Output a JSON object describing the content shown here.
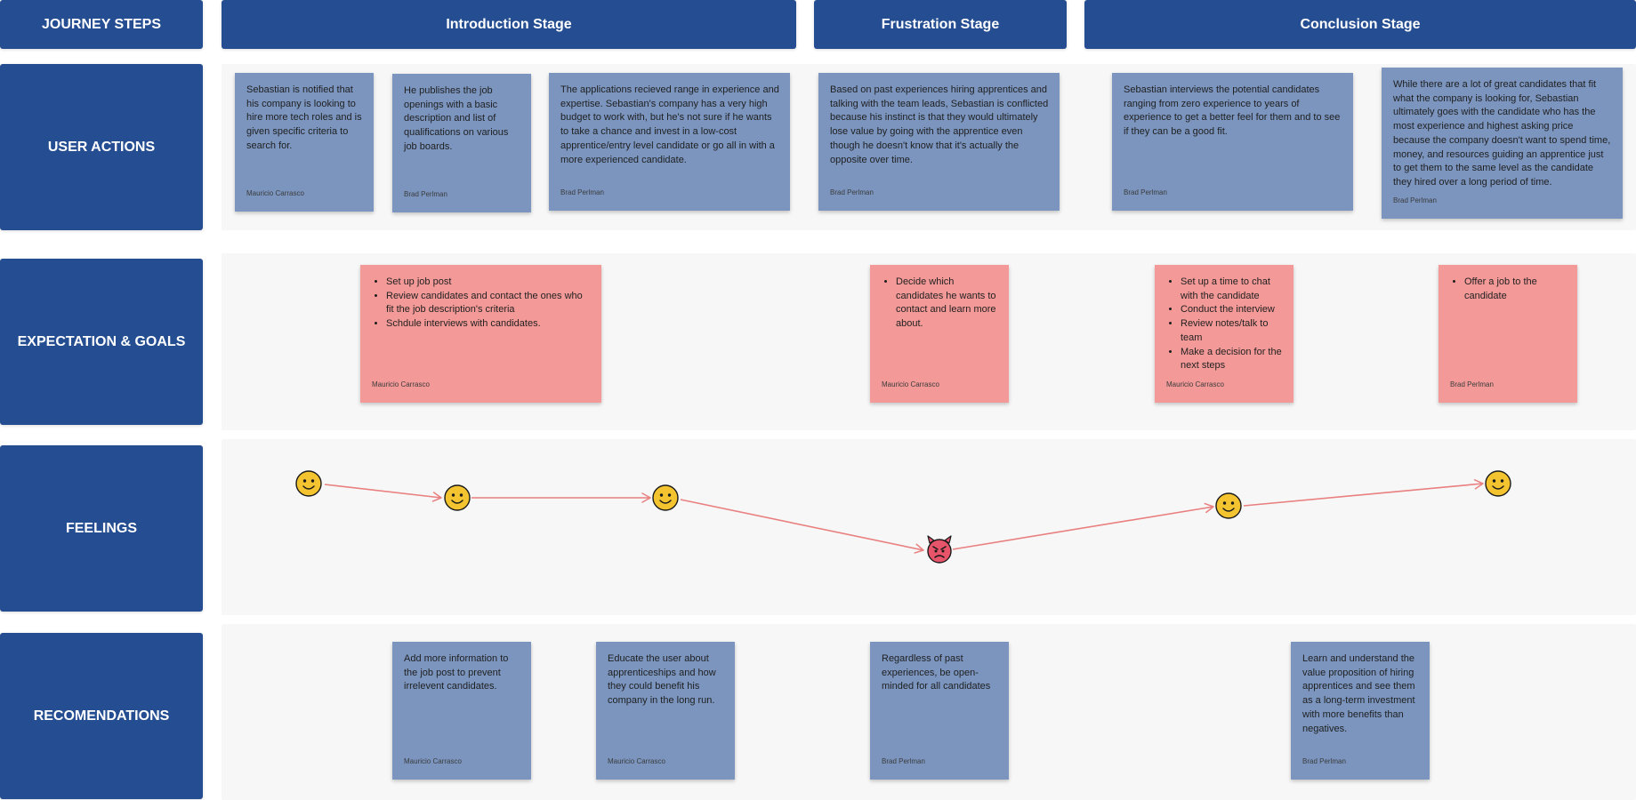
{
  "row_labels": {
    "journey_steps": "JOURNEY STEPS",
    "user_actions": "USER ACTIONS",
    "expectations": "EXPECTATION & GOALS",
    "feelings": "FEELINGS",
    "recommendations": "RECOMENDATIONS"
  },
  "stages": [
    "Introduction Stage",
    "Frustration Stage",
    "Conclusion Stage"
  ],
  "user_actions": [
    {
      "text": "Sebastian is notified that his company is looking to hire more tech roles and is given specific criteria to search for.",
      "author": "Mauricio Carrasco"
    },
    {
      "text": "He publishes the job openings with a basic description and list of qualifications on various job boards.",
      "author": "Brad Perlman"
    },
    {
      "text": "The applications recieved range in experience and expertise.  Sebastian's company has a very high budget to work with, but he's not sure if he wants to take a chance and invest in a low-cost apprentice/entry level candidate or go all in with a more experienced candidate.",
      "author": "Brad Perlman"
    },
    {
      "text": "Based on past experiences hiring apprentices and talking with the team leads, Sebastian is conflicted because his instinct is that they would ultimately lose value by going with the apprentice even though he doesn't know that it's actually the opposite over time.",
      "author": "Brad Perlman"
    },
    {
      "text": "Sebastian interviews the potential candidates ranging from zero experience to years of experience to get a better feel for them and to see if they can be a good fit.",
      "author": "Brad Perlman"
    },
    {
      "text": "While there are a lot of great candidates that fit what the company is looking for, Sebastian ultimately goes with the candidate who has the most experience and highest asking price because the company doesn't want to spend time, money, and resources guiding an apprentice just to get them to the same level as the candidate they hired over a long period of time.",
      "author": "Brad Perlman"
    }
  ],
  "expectations": [
    {
      "items": [
        "Set up job post",
        "Review candidates and contact the ones who fit the job description's criteria",
        "Schdule interviews with candidates."
      ],
      "author": "Mauricio Carrasco"
    },
    {
      "items": [
        "Decide which candidates he wants to contact and learn more about."
      ],
      "author": "Mauricio Carrasco"
    },
    {
      "items": [
        "Set up a time to chat with the candidate",
        "Conduct the interview",
        "Review notes/talk to team",
        "Make a decision for the next steps"
      ],
      "author": "Mauricio Carrasco"
    },
    {
      "items": [
        "Offer a job to the candidate"
      ],
      "author": "Brad Perlman"
    }
  ],
  "feelings": [
    "happy",
    "happy",
    "happy",
    "angry",
    "happy",
    "happy"
  ],
  "recommendations": [
    {
      "text": "Add more information to the job post to prevent irrelevent candidates.",
      "author": "Mauricio Carrasco"
    },
    {
      "text": "Educate the user about apprenticeships and how they could benefit his company in the long run.",
      "author": "Mauricio Carrasco"
    },
    {
      "text": "Regardless of past experiences, be open-minded for all candidates",
      "author": "Brad Perlman"
    },
    {
      "text": "Learn and understand the value proposition of hiring apprentices and see them as a long-term investment with more benefits than negatives.",
      "author": "Brad Perlman"
    }
  ],
  "colors": {
    "header_blue": "#254d91",
    "note_blue": "#7b95bf",
    "note_red": "#f39a98",
    "arrow": "#e97f7f",
    "face_happy": "#f4c430",
    "face_angry": "#e8546a"
  },
  "icons": {
    "happy": "smiley-face-icon",
    "angry": "devil-face-icon"
  }
}
